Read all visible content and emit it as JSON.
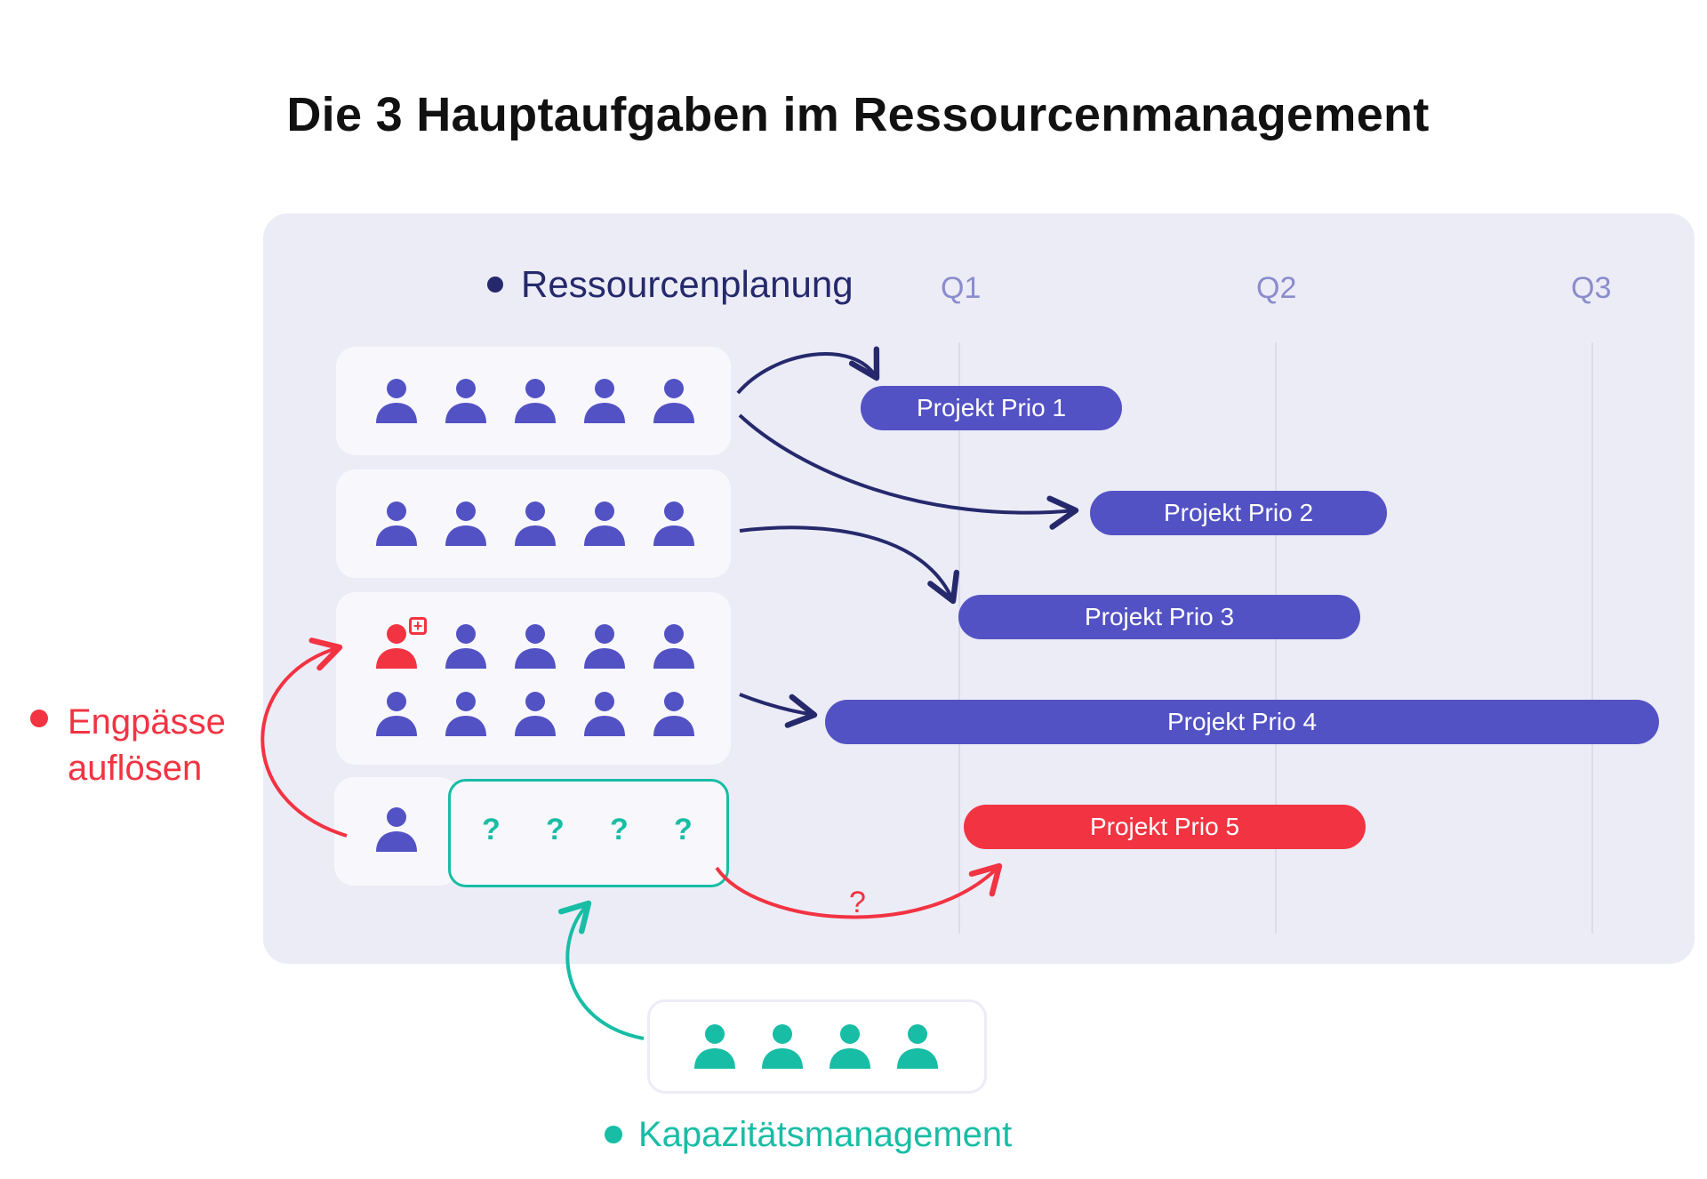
{
  "title": "Die 3 Hauptaufgaben im Ressourcenmanagement",
  "planning_label": "Ressourcenplanung",
  "quarters": [
    "Q1",
    "Q2",
    "Q3"
  ],
  "projects": [
    {
      "label": "Projekt Prio 1"
    },
    {
      "label": "Projekt Prio 2"
    },
    {
      "label": "Projekt Prio 3"
    },
    {
      "label": "Projekt Prio 4"
    },
    {
      "label": "Projekt Prio 5"
    }
  ],
  "unknown_marks": [
    "?",
    "?",
    "?",
    "?"
  ],
  "arrow_question": "?",
  "bottleneck_label_line1": "Engpässe",
  "bottleneck_label_line2": "auflösen",
  "capacity_label": "Kapazitätsmanagement",
  "colors": {
    "primary": "#5352c4",
    "dark": "#25296c",
    "red": "#f23342",
    "teal": "#18bda5",
    "panel": "#ececf7"
  },
  "icons": {
    "person": "person-icon",
    "medical": "medical-cross-icon"
  }
}
